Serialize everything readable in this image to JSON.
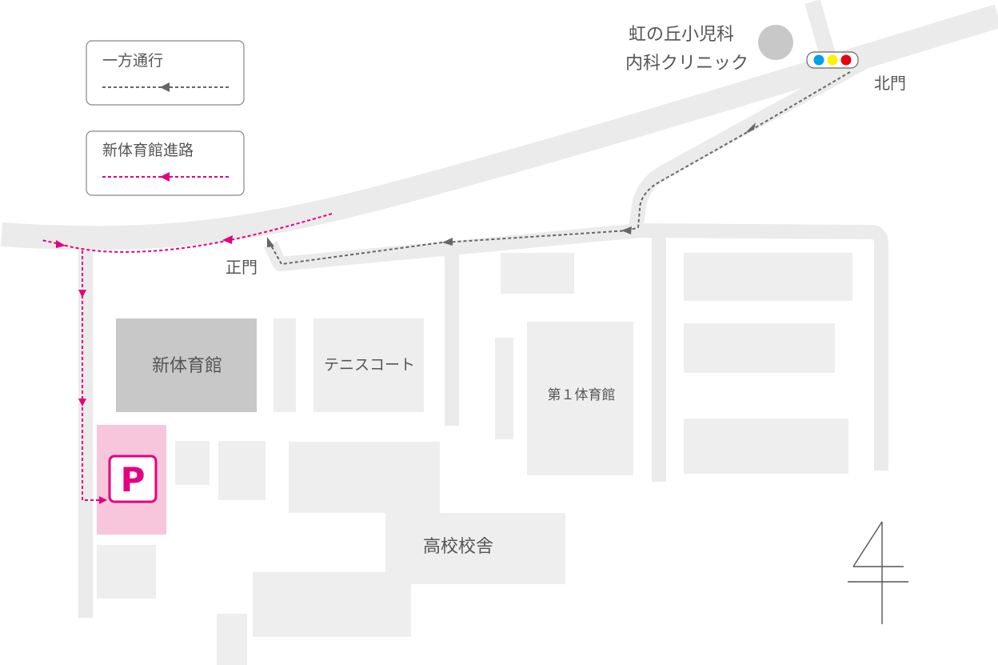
{
  "legend": {
    "one_way": "一方通行",
    "route": "新体育館進路"
  },
  "labels": {
    "clinic_line1": "虹の丘小児科",
    "clinic_line2": "内科クリニック",
    "north_gate": "北門",
    "main_gate": "正門",
    "new_gym": "新体育館",
    "tennis": "テニスコート",
    "gym1": "第１体育館",
    "school": "高校校舎",
    "parking": "P"
  },
  "colors": {
    "road": "#ebebeb",
    "building": "#eeeeee",
    "new_gym": "#c8c8c8",
    "parking_area": "#f7c6dc",
    "route": "#e5007f",
    "one_way": "#666666",
    "signal_blue": "#00a0e9",
    "signal_yellow": "#fff100",
    "signal_red": "#e60012"
  },
  "icons": {
    "signal": "traffic-light-icon",
    "north_arrow": "north-arrow-icon",
    "parking": "parking-icon"
  }
}
